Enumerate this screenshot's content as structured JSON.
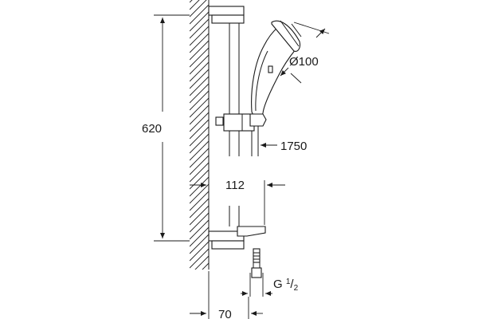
{
  "dimensions": {
    "bar_height": "620",
    "head_diameter": "Ø100",
    "hose_length": "1750",
    "projection": "112",
    "wall_offset": "70",
    "thread_main": "G ",
    "thread_num": "1",
    "thread_den": "2"
  }
}
